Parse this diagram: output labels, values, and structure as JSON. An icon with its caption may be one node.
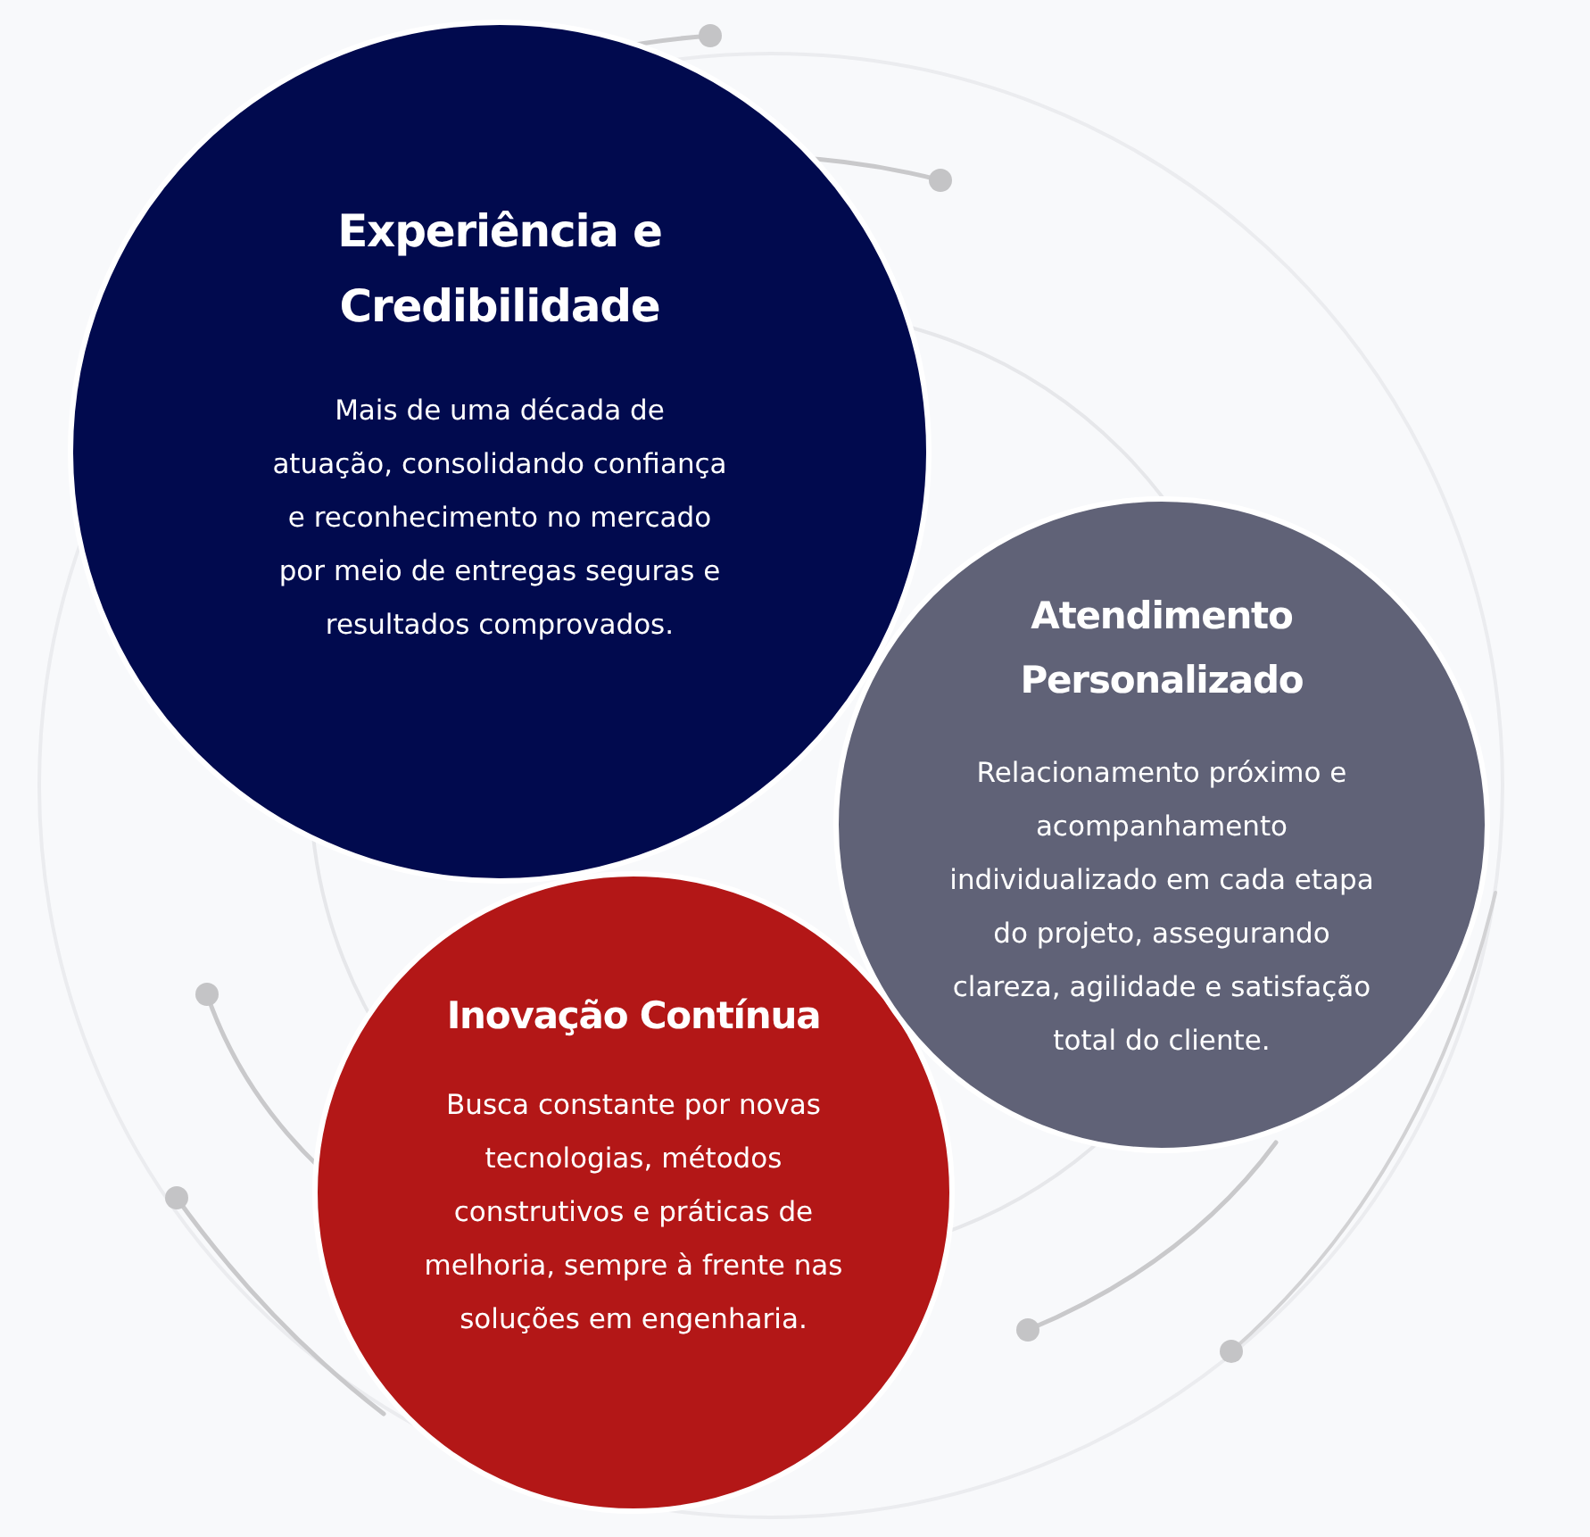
{
  "diagram": {
    "nodes": [
      {
        "text": [
          "Experiência e Credibilidade",
          "Mais de uma década de atuação, consolidando confiança e reconhecimento no mercado por meio de entregas seguras e resultados comprovados."
        ]
      },
      {
        "text": [
          "Atendimento Personalizado",
          "Relacionamento próximo e acompanhamento individualizado em cada etapa do projeto, assegurando clareza, agilidade e satisfação total do cliente."
        ]
      },
      {
        "text": [
          "Inovação Contínua",
          "Busca constante por novas tecnologias, métodos construtivos e práticas de melhoria, sempre à frente nas soluções em engenharia."
        ]
      }
    ]
  }
}
